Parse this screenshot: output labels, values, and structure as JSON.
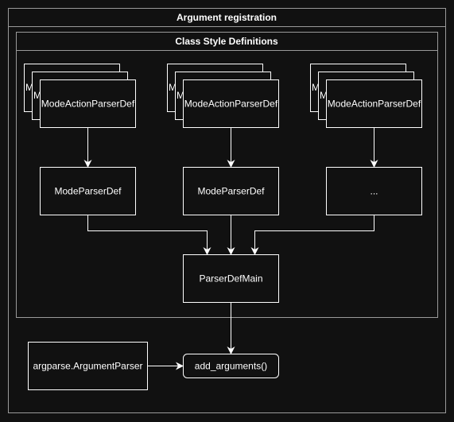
{
  "outer": {
    "title": "Argument registration"
  },
  "inner": {
    "title": "Class Style Definitions"
  },
  "stacks": [
    {
      "back_label": "M",
      "front_label": "ModeActionParserDef"
    },
    {
      "back_label": "M",
      "front_label": "ModeActionParserDef"
    },
    {
      "back_label": "M",
      "front_label": "ModeActionParserDef"
    }
  ],
  "mode_parsers": [
    "ModeParserDef",
    "ModeParserDef",
    "..."
  ],
  "main_parser": "ParserDefMain",
  "argparse_box": "argparse.ArgumentParser",
  "add_arguments_box": "add_arguments()",
  "colors": {
    "background": "#111111",
    "stroke": "#ffffff",
    "frame_border": "#9a9a9a"
  }
}
